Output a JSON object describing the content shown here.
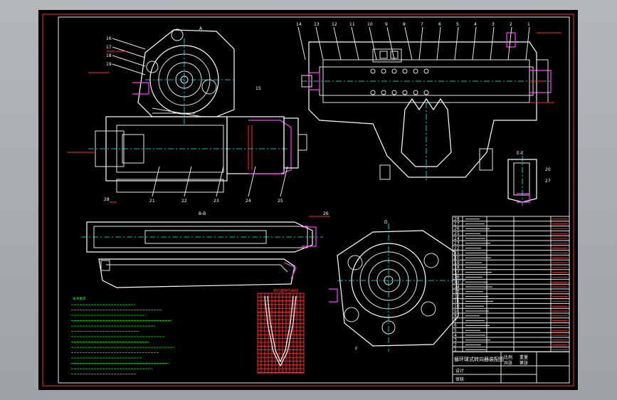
{
  "drawing": {
    "title_block": {
      "drawing_title": "循环球式转向器装配图",
      "cells": [
        "比例",
        "重量",
        "共张",
        "第张",
        "设计",
        "审核"
      ]
    },
    "view_labels": {
      "section_bb": "B-B",
      "section_ee": "E-E",
      "section_d": "D",
      "section_f": "F",
      "arrow_a": "A"
    },
    "balloons_top": [
      "14",
      "13",
      "12",
      "11",
      "10",
      "9",
      "8",
      "7",
      "6",
      "5",
      "4",
      "3",
      "2",
      "1"
    ],
    "balloons_left": [
      "16",
      "17",
      "18",
      "19"
    ],
    "balloons_bottom": [
      "21",
      "22",
      "23",
      "24",
      "25"
    ],
    "balloons_misc": [
      "15",
      "20",
      "26",
      "27",
      "28"
    ],
    "parts_list_rows": [
      "28",
      "27",
      "26",
      "25",
      "24",
      "23",
      "22",
      "21",
      "20",
      "19",
      "18",
      "17",
      "16",
      "15",
      "14",
      "13",
      "12",
      "11",
      "10",
      "9",
      "8",
      "7",
      "6",
      "5",
      "4",
      "3",
      "2",
      "1"
    ],
    "tech_notes_heading": "技术要求",
    "tech_notes_count": 14,
    "chart_caption": "转向器特性曲线"
  },
  "colors": {
    "background": "#000000",
    "outline": "#ffffff",
    "annotation": "#ff2a2a",
    "centerline": "#00ffff",
    "highlight": "#ff3cff",
    "notes": "#33ff33",
    "viewport_border": "#ff2a2a"
  }
}
